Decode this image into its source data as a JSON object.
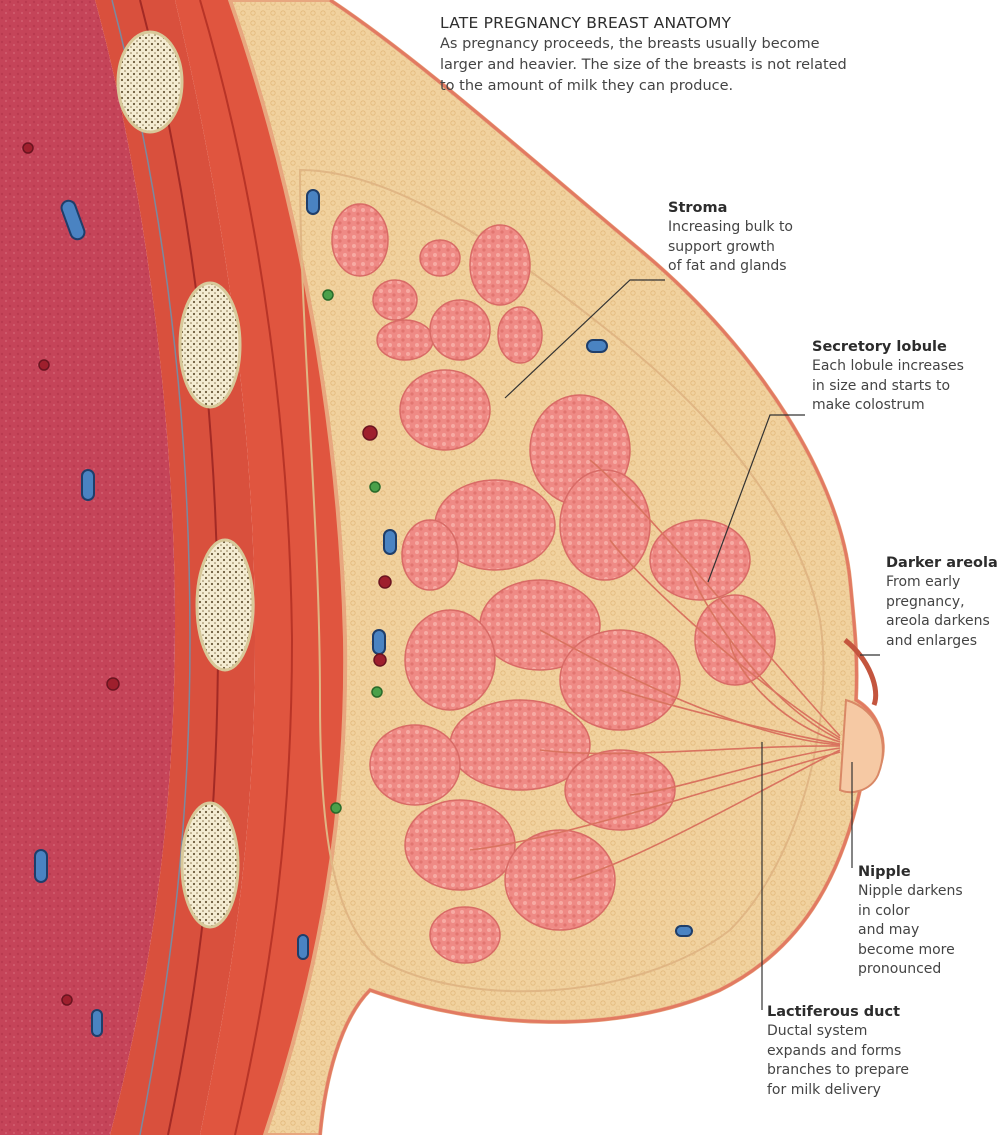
{
  "header": {
    "title": "LATE PREGNANCY BREAST ANATOMY",
    "intro": "As pregnancy proceeds, the breasts usually become larger and heavier. The size of the breasts is not related to the amount of milk they can produce."
  },
  "callouts": {
    "stroma": {
      "title": "Stroma",
      "text": "Increasing bulk to\nsupport growth\nof fat and glands"
    },
    "secretory_lobule": {
      "title": "Secretory lobule",
      "text": "Each lobule increases\nin size and starts to\nmake colostrum"
    },
    "darker_areola": {
      "title": "Darker areola",
      "text": "From early\npregnancy,\nareola darkens\nand enlarges"
    },
    "nipple": {
      "title": "Nipple",
      "text": "Nipple darkens\nin color\nand may\nbecome more\npronounced"
    },
    "lactiferous_duct": {
      "title": "Lactiferous duct",
      "text": "Ductal system\nexpands and forms\nbranches to prepare\nfor milk delivery"
    }
  },
  "colors": {
    "muscle_dark": "#c73a2f",
    "muscle_light": "#e0553f",
    "chest_wall": "#c8465a",
    "fat_tissue": "#f3d7a8",
    "lobule": "#f08b86",
    "skin_edge": "#e8a77f",
    "leader_line": "#333333"
  }
}
